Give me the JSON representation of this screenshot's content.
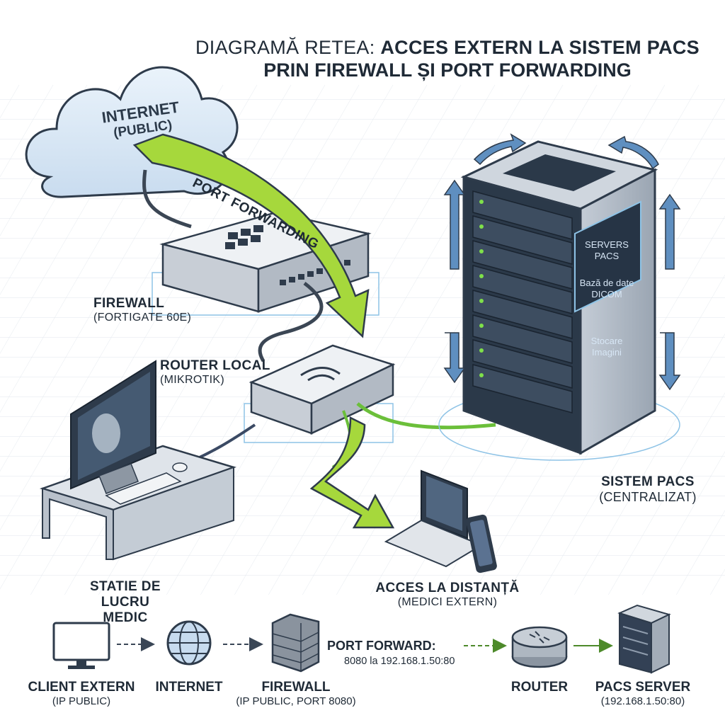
{
  "title": {
    "line1_prefix": "DIAGRAMĂ RETEA:",
    "line1_suffix": "ACCES EXTERN LA SISTEM PACS",
    "line2": "PRIN FIREWALL ȘI PORT FORWARDING"
  },
  "cloud": {
    "title": "INTERNET",
    "subtitle": "(PUBLIC)"
  },
  "port_forwarding_arrow_label": "PORT FORWARDING",
  "firewall": {
    "title": "FIREWALL",
    "subtitle": "(FORTIGATE 60E)"
  },
  "router": {
    "title": "ROUTER LOCAL",
    "subtitle": "(MIKROTIK)"
  },
  "pacs_rack": {
    "panel1": "SERVERS PACS",
    "panel2": "Bază de date DICOM",
    "panel3": "Stocare Imagini",
    "title": "SISTEM PACS",
    "subtitle": "(CENTRALIZAT)"
  },
  "workstation": {
    "title_line1": "STATIE DE LUCRU",
    "title_line2": "MEDIC"
  },
  "remote": {
    "title": "ACCES LA DISTANȚĂ",
    "subtitle": "(MEDICI EXTERN)"
  },
  "flow": {
    "client": {
      "title": "CLIENT EXTERN",
      "subtitle": "(IP PUBLIC)"
    },
    "internet": {
      "title": "INTERNET"
    },
    "firewall": {
      "title": "FIREWALL",
      "subtitle": "(IP PUBLIC, PORT 8080)"
    },
    "port_forward_label": "PORT FORWARD:",
    "port_forward_detail": "8080 la 192.168.1.50:80",
    "router": {
      "title": "ROUTER"
    },
    "server": {
      "title": "PACS SERVER",
      "subtitle": "(192.168.1.50:80)"
    }
  },
  "colors": {
    "accent_green": "#a6d83c",
    "cable_green": "#6bbf3a",
    "rack_dark": "#2b3949",
    "cloud_blue": "#d9e8f5",
    "arrow_blue": "#5f8fc0"
  },
  "icons": [
    "cloud-icon",
    "firewall-device-icon",
    "router-device-icon",
    "server-rack-icon",
    "desktop-monitor-icon",
    "laptop-icon",
    "phone-icon",
    "monitor-icon",
    "globe-icon",
    "brick-wall-icon",
    "router-icon",
    "server-tower-icon"
  ]
}
